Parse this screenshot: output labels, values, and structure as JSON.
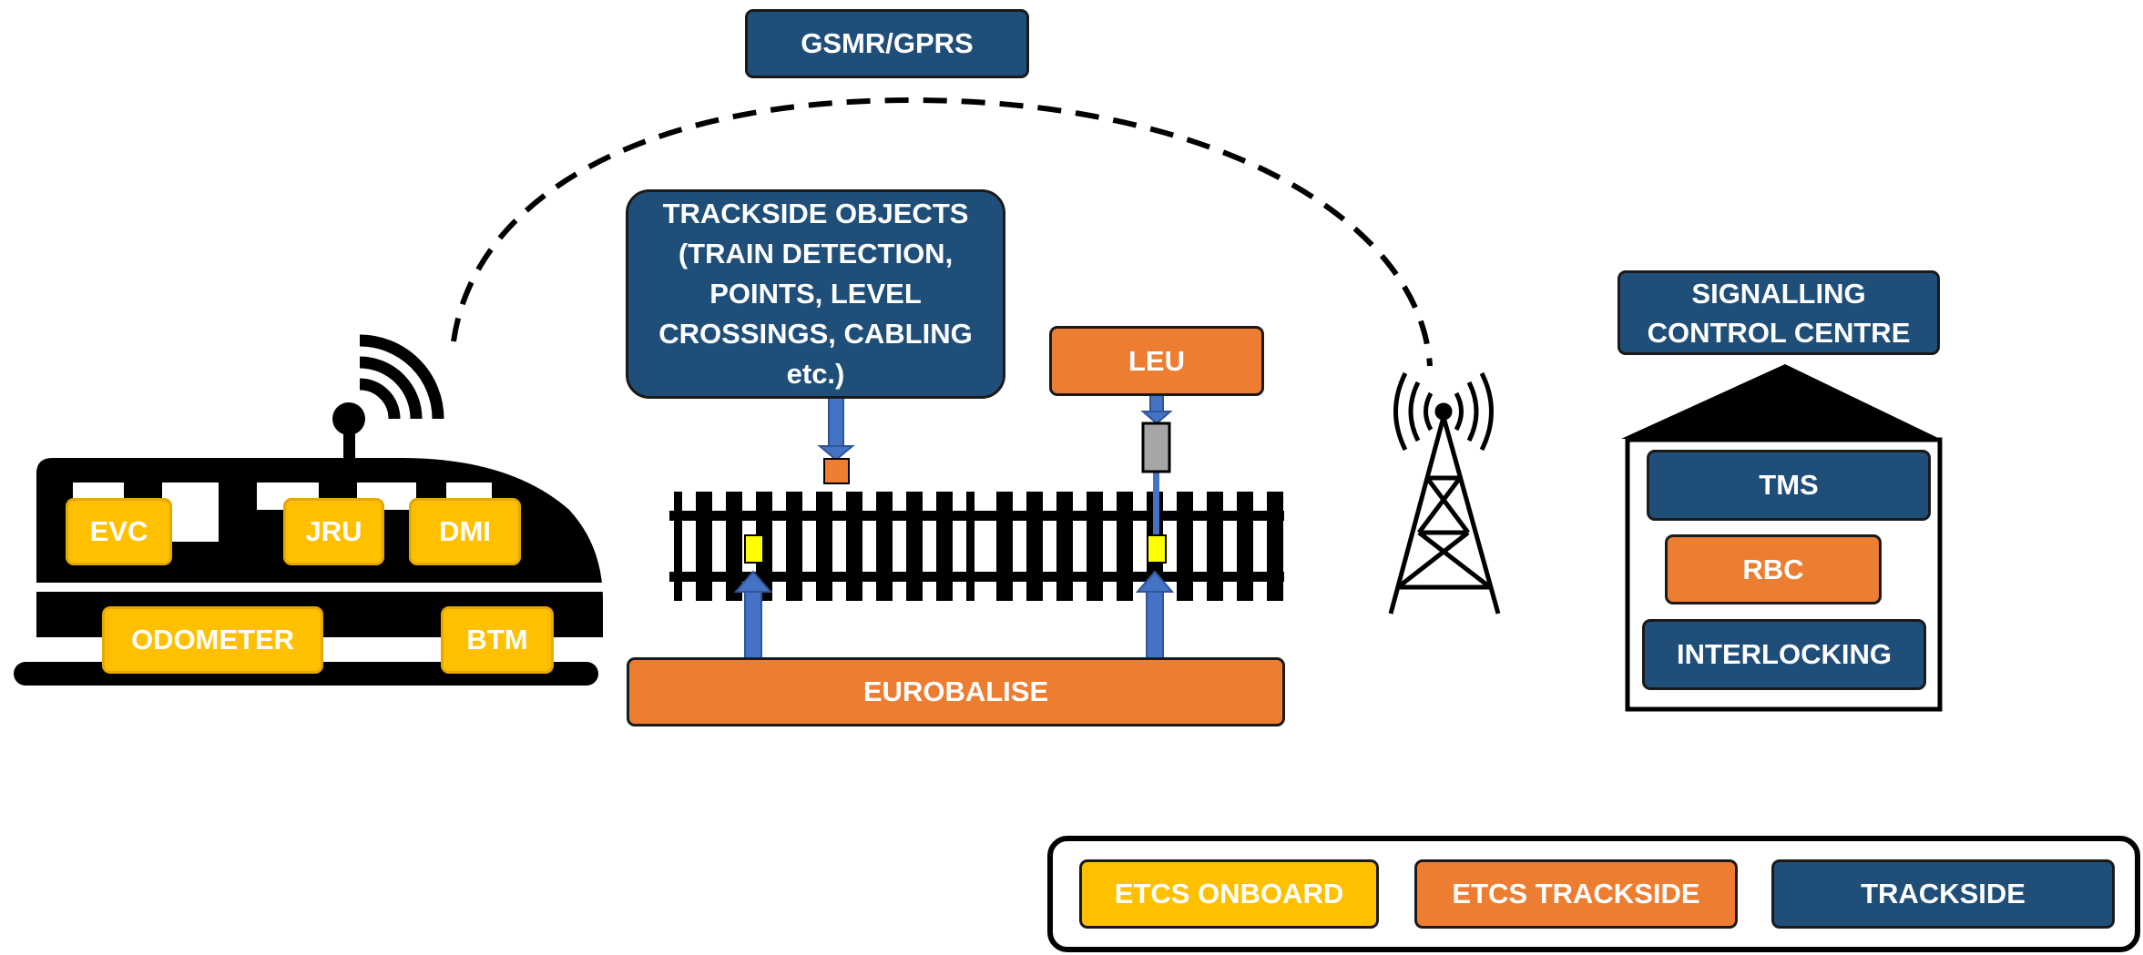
{
  "colors": {
    "etcs_onboard": "#ffc000",
    "etcs_trackside": "#ed7d31",
    "trackside": "#1f4e79",
    "arrow": "#4472c4",
    "balise": "#ffff00",
    "outline": "#000000"
  },
  "radio": {
    "label": "GSMR/GPRS"
  },
  "trackside_objects": {
    "lines": [
      "TRACKSIDE OBJECTS",
      "(TRAIN DETECTION,",
      "POINTS, LEVEL",
      "CROSSINGS, CABLING",
      "etc.)"
    ]
  },
  "leu": {
    "label": "LEU"
  },
  "eurobalise": {
    "label": "EUROBALISE"
  },
  "train": {
    "icons": [
      "train-icon",
      "antenna-icon",
      "wifi-signal-icon"
    ],
    "components": {
      "evc": "EVC",
      "jru": "JRU",
      "dmi": "DMI",
      "odometer": "ODOMETER",
      "btm": "BTM"
    }
  },
  "radio_tower": {
    "icon": "radio-tower-icon"
  },
  "control_centre": {
    "title_lines": [
      "SIGNALLING",
      "CONTROL CENTRE"
    ],
    "tms": "TMS",
    "rbc": "RBC",
    "interlocking": "INTERLOCKING"
  },
  "legend": {
    "etcs_onboard": "ETCS ONBOARD",
    "etcs_trackside": "ETCS TRACKSIDE",
    "trackside": "TRACKSIDE"
  }
}
